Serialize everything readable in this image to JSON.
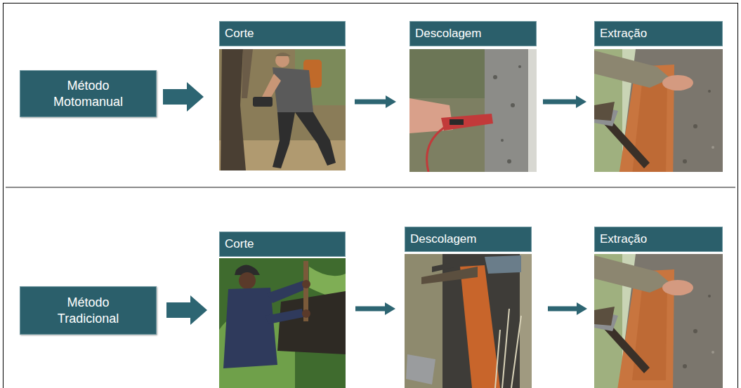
{
  "diagram": {
    "nodes": [
      {
        "text": [
          "Método Motomanual"
        ]
      },
      {
        "text": [
          "Corte"
        ]
      },
      {
        "text": [
          "Descolagem"
        ]
      },
      {
        "text": [
          "Extração"
        ]
      },
      {
        "text": [
          "Método Tradicional"
        ]
      },
      {
        "text": [
          "Corte"
        ]
      },
      {
        "text": [
          "Descolagem"
        ]
      },
      {
        "text": [
          "Extração"
        ]
      }
    ],
    "edges": [
      {
        "from": 0,
        "to": 1,
        "arrow": "to"
      },
      {
        "from": 1,
        "to": 2,
        "arrow": "to"
      },
      {
        "from": 2,
        "to": 3,
        "arrow": "to"
      },
      {
        "from": 4,
        "to": 5,
        "arrow": "to"
      },
      {
        "from": 5,
        "to": 6,
        "arrow": "to"
      },
      {
        "from": 6,
        "to": 7,
        "arrow": "to"
      }
    ]
  }
}
